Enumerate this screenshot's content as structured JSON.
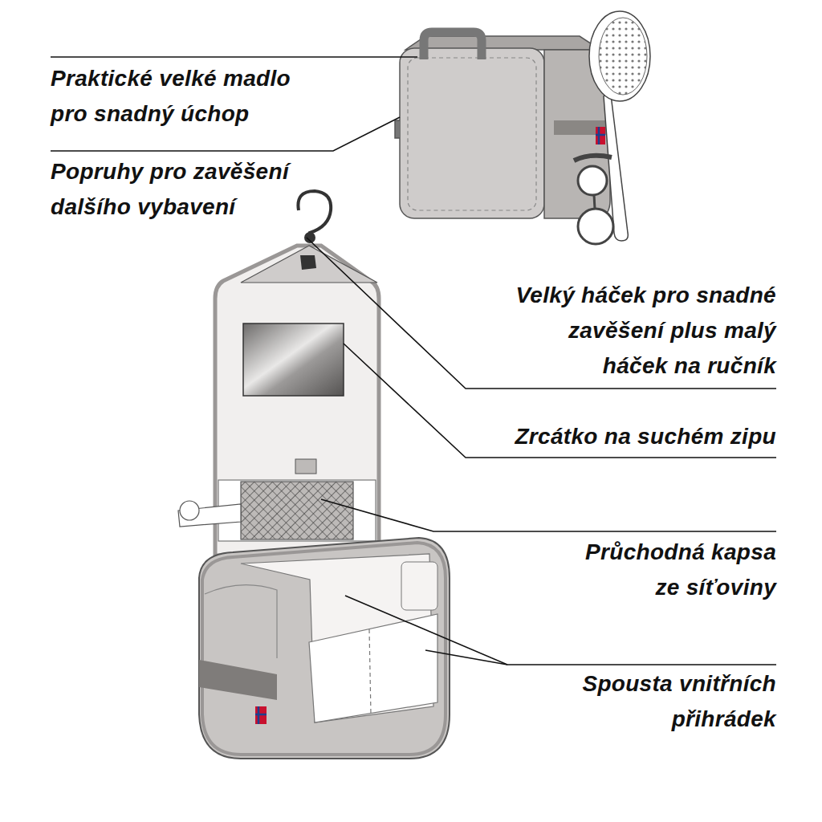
{
  "diagram": {
    "labels": [
      "Praktické velké madlo pro snadný úchop",
      "Popruhy pro zavěšení dalšího vybavení",
      "Velký háček pro snadné zavěšení plus malý háček na ručník",
      "Zrcátko na suchém zipu",
      "Průchodná kapsa ze síťoviny",
      "Spousta vnitřních přihrádek"
    ]
  }
}
